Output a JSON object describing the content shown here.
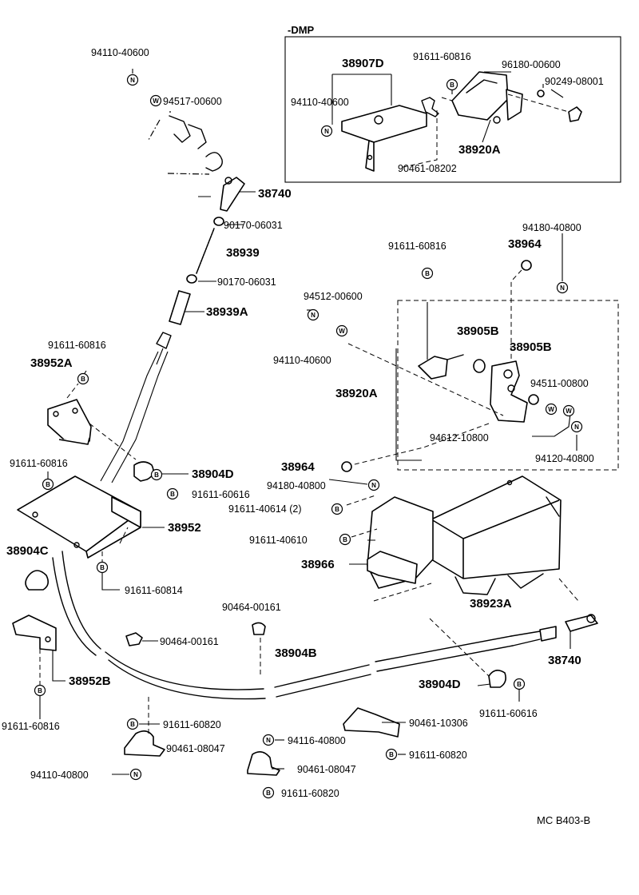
{
  "group_label": "-DMP",
  "drawing_code": "MC B403-B",
  "marks": {
    "n": "N",
    "w": "W",
    "b": "B"
  },
  "parts": [
    "94110-40600",
    "94517-00600",
    "38740",
    "90170-06031",
    "38939",
    "90170-06031",
    "38939A",
    "38907D",
    "91611-60816",
    "96180-00600",
    "90249-08001",
    "94110-40600",
    "38920A",
    "90461-08202",
    "94180-40800",
    "91611-60816",
    "38964",
    "94512-00600",
    "94110-40600",
    "38905B",
    "38905B",
    "38920A",
    "94511-00800",
    "94612-10800",
    "94120-40800",
    "38964",
    "94180-40800",
    "91611-60816",
    "38952A",
    "91611-60816",
    "38904D",
    "91611-60616",
    "91611-40614 (2)",
    "38952",
    "91611-40610",
    "38904C",
    "38966",
    "91611-60814",
    "38923A",
    "90464-00161",
    "90464-00161",
    "38904B",
    "38740",
    "38952B",
    "38904D",
    "91611-60616",
    "91611-60816",
    "91611-60820",
    "90461-10306",
    "94116-40800",
    "90461-08047",
    "91611-60820",
    "94110-40800",
    "90461-08047",
    "91611-60820"
  ]
}
